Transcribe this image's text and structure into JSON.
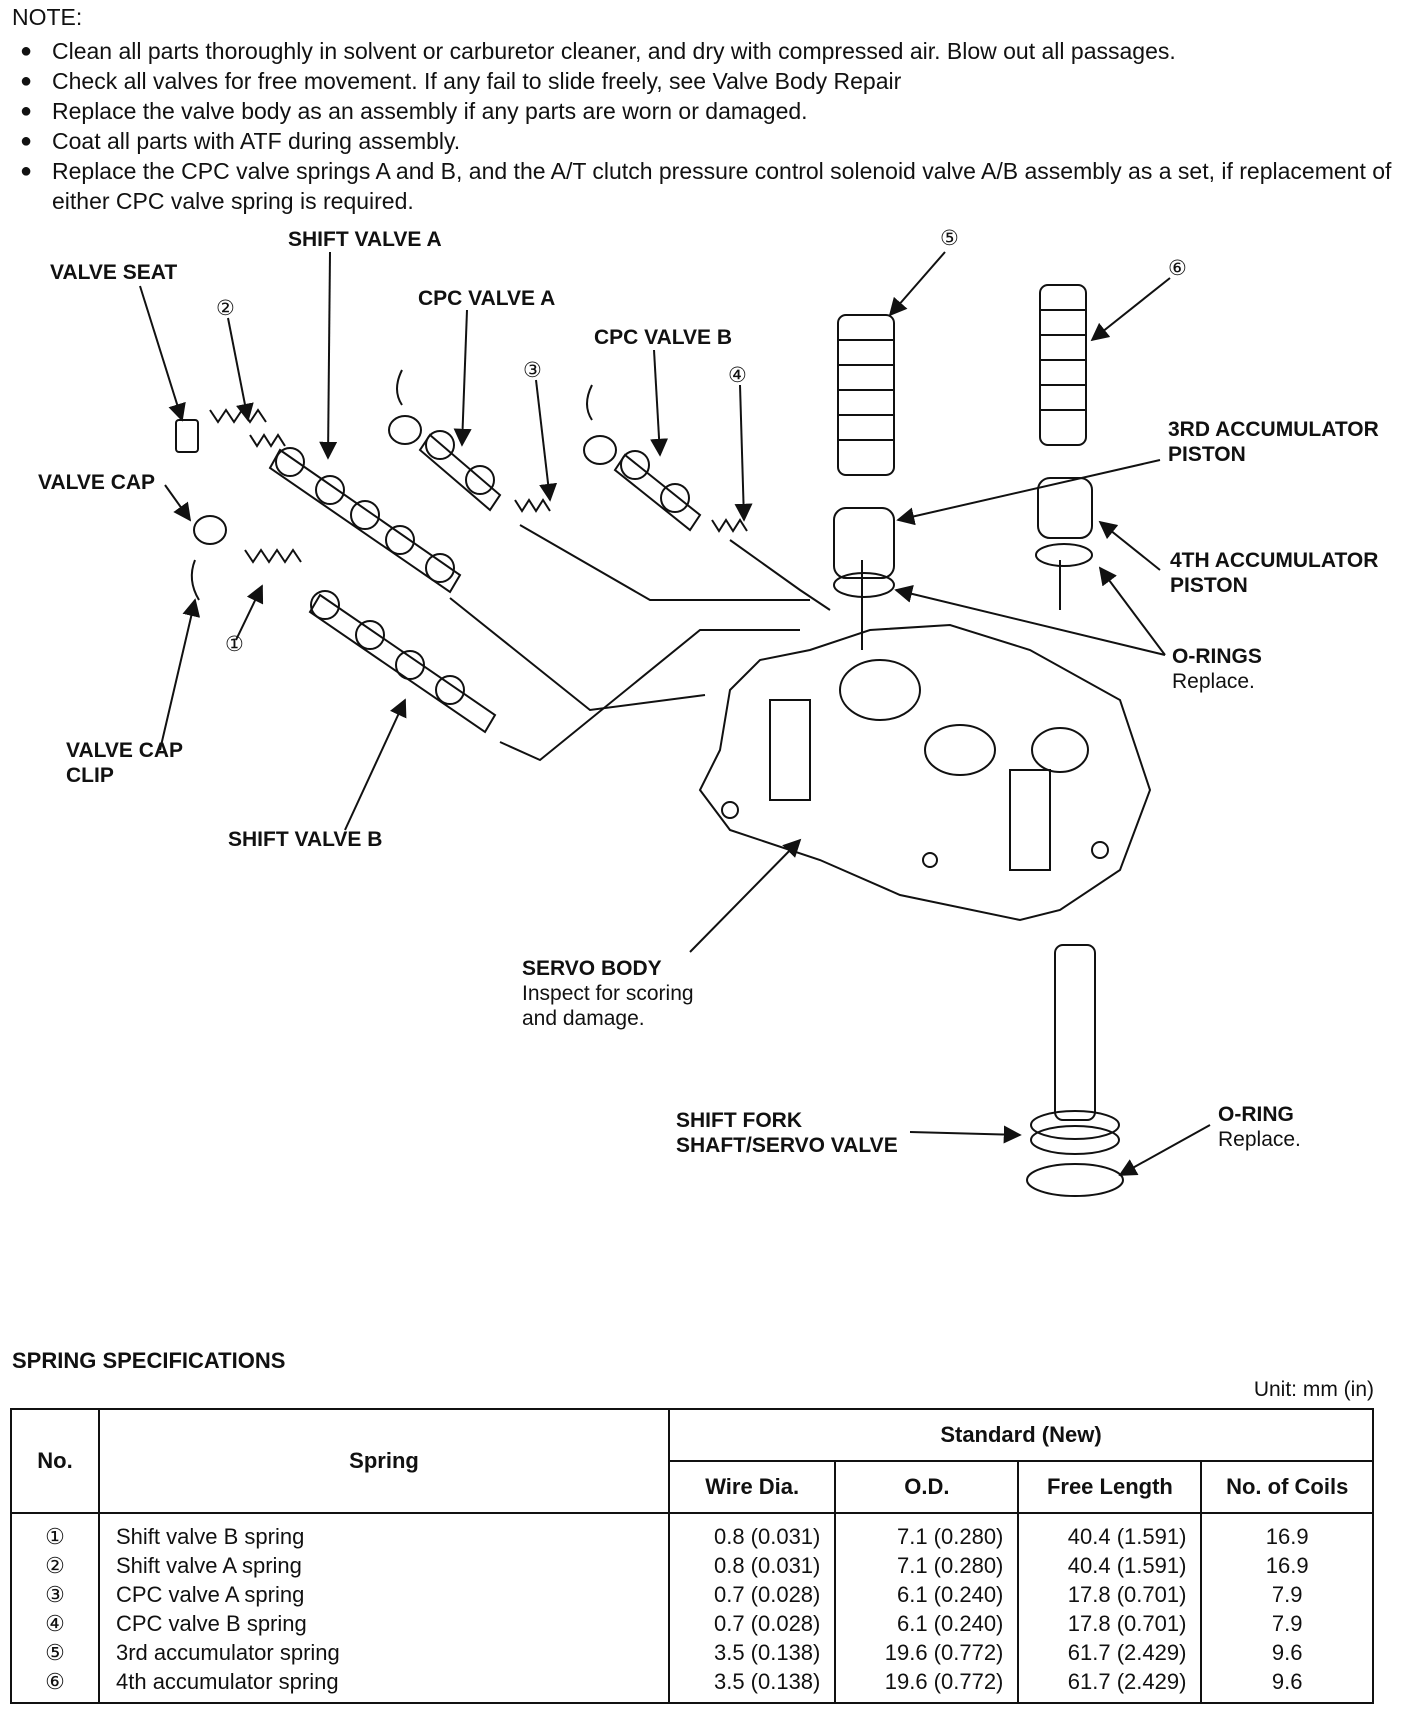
{
  "note": {
    "heading": "NOTE:",
    "items": [
      "Clean all parts thoroughly in solvent or carburetor cleaner, and dry with compressed air. Blow out all passages.",
      "Check all valves for free movement. If any fail to slide freely, see Valve Body Repair",
      "Replace the valve body as an assembly if any parts are worn or damaged.",
      "Coat all parts with ATF during assembly.",
      "Replace the CPC valve springs A and B, and the A/T clutch pressure control solenoid valve A/B assembly as a set, if replacement of either CPC valve spring is required."
    ]
  },
  "diagram": {
    "labels": {
      "shift_valve_a": "SHIFT VALVE A",
      "valve_seat": "VALVE SEAT",
      "cpc_valve_a": "CPC VALVE A",
      "cpc_valve_b": "CPC VALVE B",
      "valve_cap": "VALVE CAP",
      "valve_cap_clip_1": "VALVE CAP",
      "valve_cap_clip_2": "CLIP",
      "shift_valve_b": "SHIFT VALVE B",
      "third_acc_1": "3RD ACCUMULATOR",
      "third_acc_2": "PISTON",
      "fourth_acc_1": "4TH ACCUMULATOR",
      "fourth_acc_2": "PISTON",
      "orings": "O-RINGS",
      "orings_note": "Replace.",
      "servo_body": "SERVO BODY",
      "servo_note_1": "Inspect for scoring",
      "servo_note_2": "and damage.",
      "shift_fork_1": "SHIFT FORK",
      "shift_fork_2": "SHAFT/SERVO VALVE",
      "oring": "O-RING",
      "oring_note": "Replace."
    },
    "callouts": [
      "①",
      "②",
      "③",
      "④",
      "⑤",
      "⑥"
    ]
  },
  "spec": {
    "title": "SPRING SPECIFICATIONS",
    "unit": "Unit: mm (in)",
    "headers": {
      "no": "No.",
      "spring": "Spring",
      "standard": "Standard (New)",
      "wire": "Wire Dia.",
      "od": "O.D.",
      "free_length": "Free Length",
      "coils": "No. of Coils"
    },
    "rows": [
      {
        "no": "①",
        "spring": "Shift valve B spring",
        "wire": "0.8 (0.031)",
        "od": "7.1 (0.280)",
        "free_length": "40.4 (1.591)",
        "coils": "16.9"
      },
      {
        "no": "②",
        "spring": "Shift valve A spring",
        "wire": "0.8 (0.031)",
        "od": "7.1 (0.280)",
        "free_length": "40.4 (1.591)",
        "coils": "16.9"
      },
      {
        "no": "③",
        "spring": "CPC valve A spring",
        "wire": "0.7 (0.028)",
        "od": "6.1 (0.240)",
        "free_length": "17.8 (0.701)",
        "coils": "7.9"
      },
      {
        "no": "④",
        "spring": "CPC valve B spring",
        "wire": "0.7 (0.028)",
        "od": "6.1 (0.240)",
        "free_length": "17.8 (0.701)",
        "coils": "7.9"
      },
      {
        "no": "⑤",
        "spring": "3rd accumulator spring",
        "wire": "3.5 (0.138)",
        "od": "19.6 (0.772)",
        "free_length": "61.7 (2.429)",
        "coils": "9.6"
      },
      {
        "no": "⑥",
        "spring": "4th accumulator spring",
        "wire": "3.5 (0.138)",
        "od": "19.6 (0.772)",
        "free_length": "61.7 (2.429)",
        "coils": "9.6"
      }
    ]
  }
}
